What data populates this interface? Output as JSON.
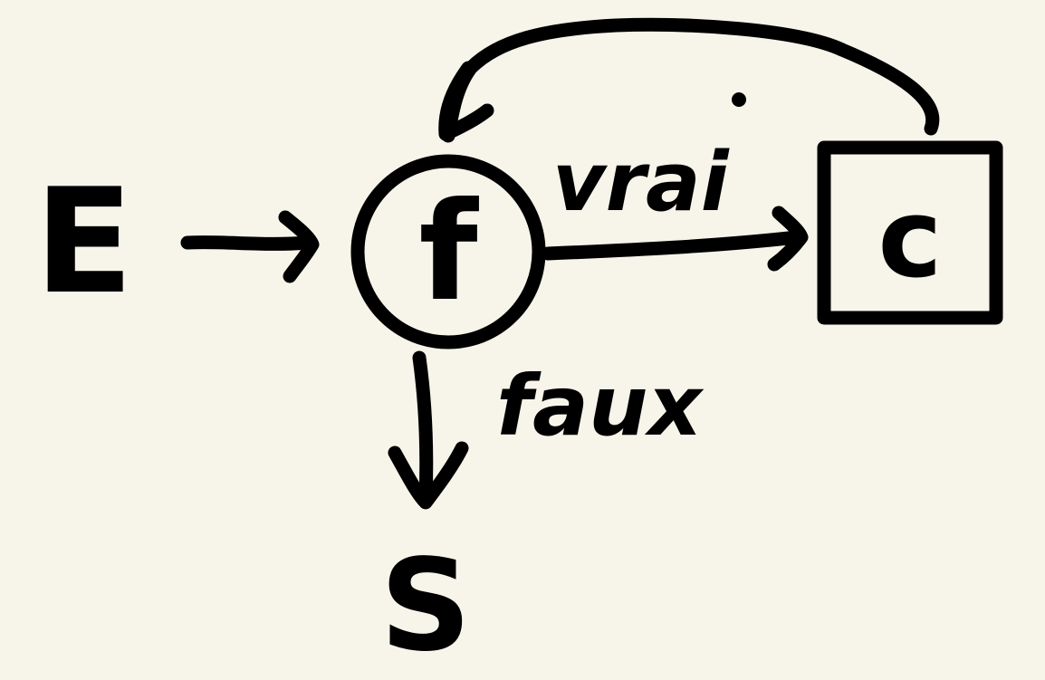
{
  "diagram": {
    "input_label": "E",
    "output_label": "S",
    "condition_label": "f",
    "block_label": "c",
    "true_branch_label": "vrai",
    "false_branch_label": "faux",
    "ink_color": "#000000",
    "background_color": "#f7f5ea"
  }
}
